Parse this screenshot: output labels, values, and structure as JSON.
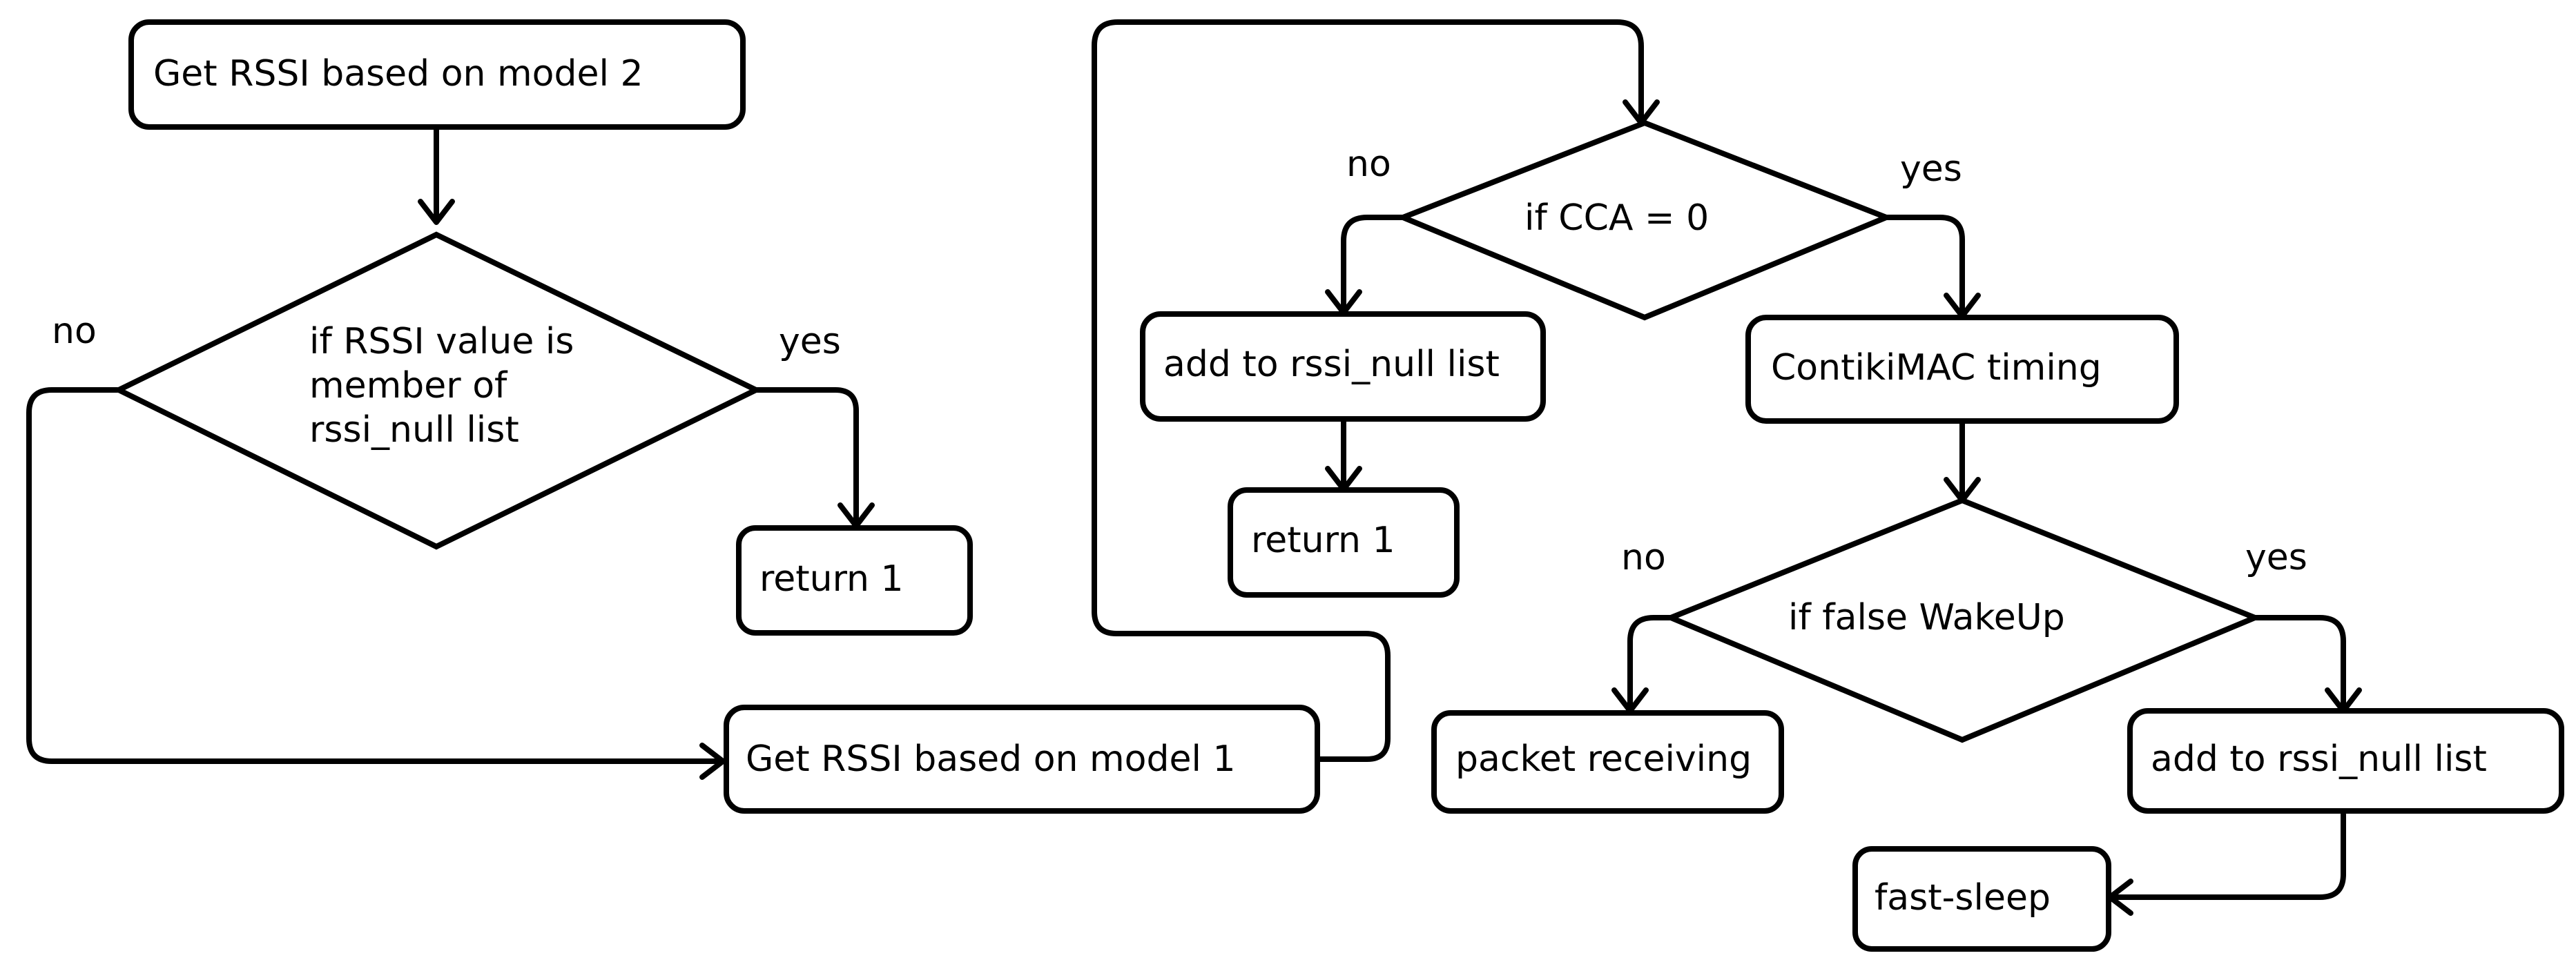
{
  "nodes": {
    "get_rssi_model2": "Get RSSI based on model 2",
    "decision_rssi_member": [
      "if RSSI value is",
      "member of",
      "rssi_null list"
    ],
    "return1_left": "return 1",
    "get_rssi_model1": "Get RSSI based on model 1",
    "decision_cca": "if CCA = 0",
    "add_rssi_null_top": "add to rssi_null list",
    "return1_mid": "return 1",
    "contikimac_timing": "ContikiMAC timing",
    "decision_false_wakeup": "if false WakeUp",
    "packet_receiving": "packet receiving",
    "add_rssi_null_bottom": "add to rssi_null list",
    "fast_sleep": "fast-sleep"
  },
  "edges": {
    "rssi_no": "no",
    "rssi_yes": "yes",
    "cca_no": "no",
    "cca_yes": "yes",
    "wakeup_no": "no",
    "wakeup_yes": "yes"
  }
}
